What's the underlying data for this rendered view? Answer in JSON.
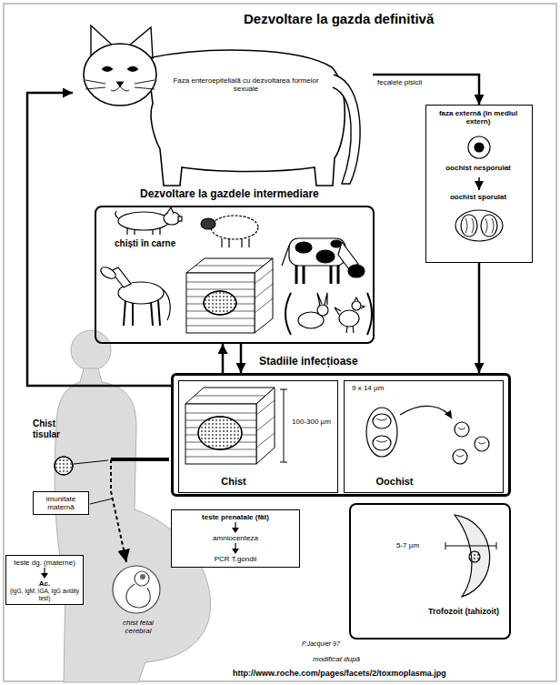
{
  "diagram": {
    "title": "Dezvoltare la gazda definitivă",
    "nodes": [
      {
        "text": [
          "Faza enteroepitelială cu dezvoltarea formelor sexuale"
        ]
      },
      {
        "text": [
          "faza externă (în mediul extern)",
          "oochist nesporulat",
          "oochist sporulat"
        ]
      },
      {
        "text": [
          "Dezvoltare la gazdele intermediare",
          "chiști în carne"
        ]
      },
      {
        "text": [
          "Stadiile infecțioase"
        ]
      },
      {
        "text": [
          "Chist",
          "100-300 µm"
        ],
        "in": 3
      },
      {
        "text": [
          "Oochist",
          "9 x 14 µm"
        ],
        "in": 3
      },
      {
        "text": [
          "Trofozoit (tahizoit)",
          "5-7 µm"
        ]
      },
      {
        "text": [
          "imunitate maternă"
        ]
      },
      {
        "text": [
          "teste dg. (materne)",
          "Ac.",
          "(IgG, IgM, IGA, IgG avidity test)"
        ]
      },
      {
        "text": [
          "teste prenatale (făt)",
          "amniocenteza",
          "PCR T.gondii"
        ]
      }
    ],
    "edges": [
      {
        "from": 0,
        "to": 1,
        "arrow": "to",
        "label": "fecalele pisicii"
      },
      {
        "from": 1,
        "to": 3,
        "arrow": "to"
      },
      {
        "from": 2,
        "to": 3,
        "arrow": "to"
      },
      {
        "from": 3,
        "to": 2,
        "arrow": "to"
      },
      {
        "from": 3,
        "to": 0,
        "arrow": "to"
      }
    ],
    "labels": [
      "Chist tisular",
      "chist fetal cerebral",
      "P.Jacquier 97",
      "modificat după",
      "http://www.roche.com/pages/facets/2/toxmoplasma.jpg"
    ]
  }
}
